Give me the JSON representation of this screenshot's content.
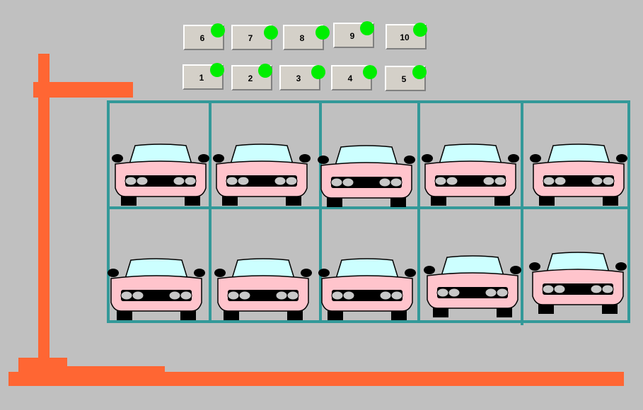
{
  "colors": {
    "background": "#c0c0c0",
    "crane": "#ff6633",
    "rack": "#339999",
    "indicator_on": "#00ee00",
    "car_body": "#ffc4cc",
    "car_glass": "#ccffff"
  },
  "buttons_top": [
    {
      "label": "6",
      "indicator": "on"
    },
    {
      "label": "7",
      "indicator": "on"
    },
    {
      "label": "8",
      "indicator": "on"
    },
    {
      "label": "9",
      "indicator": "on"
    },
    {
      "label": "10",
      "indicator": "on"
    }
  ],
  "buttons_bottom": [
    {
      "label": "1",
      "indicator": "on"
    },
    {
      "label": "2",
      "indicator": "on"
    },
    {
      "label": "3",
      "indicator": "on"
    },
    {
      "label": "4",
      "indicator": "on"
    },
    {
      "label": "5",
      "indicator": "on"
    }
  ],
  "rack": {
    "rows": 2,
    "columns": 5,
    "occupied": [
      true,
      true,
      true,
      true,
      true,
      true,
      true,
      true,
      true,
      true
    ]
  }
}
